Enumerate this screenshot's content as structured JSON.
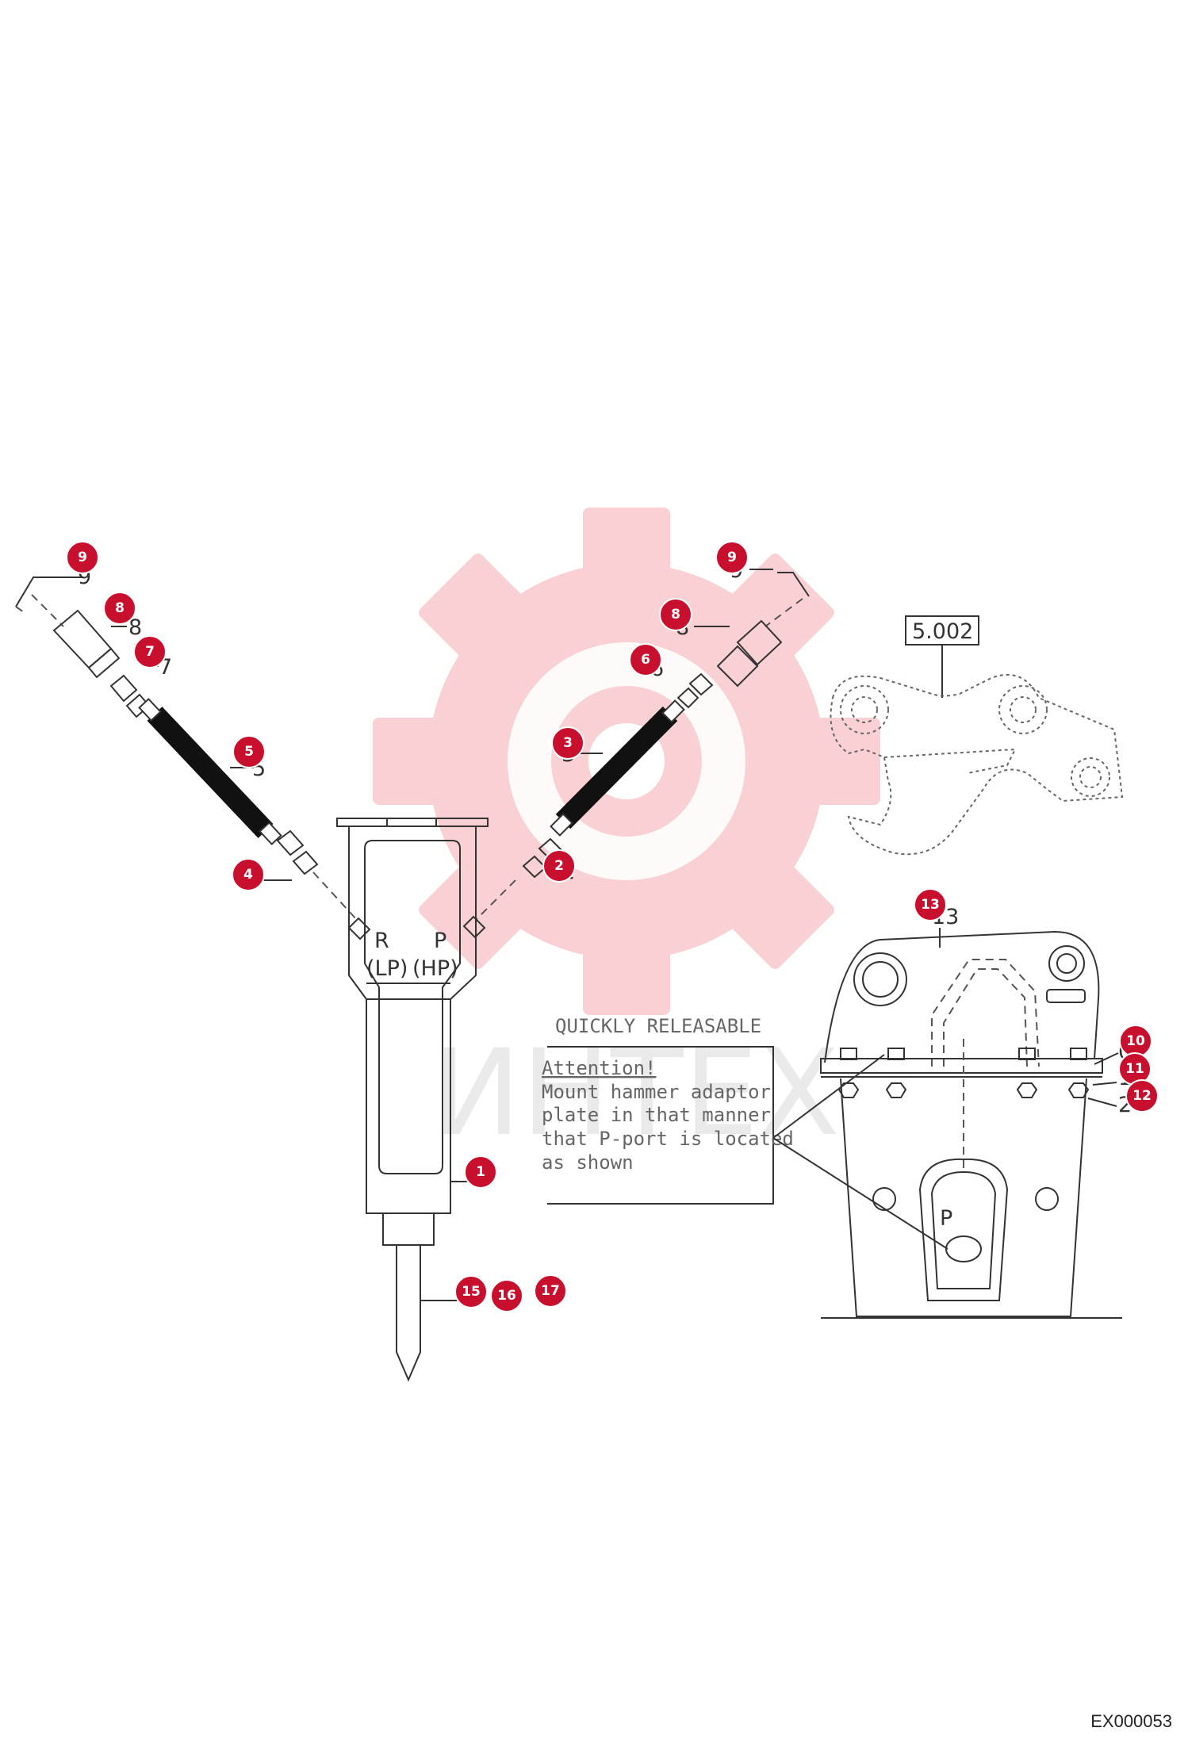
{
  "callouts": [
    {
      "id": "callout-9-left",
      "label": "9"
    },
    {
      "id": "callout-8-left",
      "label": "8"
    },
    {
      "id": "callout-7",
      "label": "7"
    },
    {
      "id": "callout-5",
      "label": "5"
    },
    {
      "id": "callout-4",
      "label": "4"
    },
    {
      "id": "callout-9-right",
      "label": "9"
    },
    {
      "id": "callout-8-right",
      "label": "8"
    },
    {
      "id": "callout-6",
      "label": "6"
    },
    {
      "id": "callout-3",
      "label": "3"
    },
    {
      "id": "callout-2",
      "label": "2"
    },
    {
      "id": "callout-1",
      "label": "1"
    },
    {
      "id": "callout-15",
      "label": "15"
    },
    {
      "id": "callout-16",
      "label": "16"
    },
    {
      "id": "callout-17",
      "label": "17"
    },
    {
      "id": "callout-13",
      "label": "13"
    },
    {
      "id": "callout-10",
      "label": "10"
    },
    {
      "id": "callout-11",
      "label": "11"
    },
    {
      "id": "callout-12",
      "label": "12"
    }
  ],
  "drawing_labels": {
    "part_left_9": "9",
    "part_left_8": "8",
    "part_left_7": "7",
    "part_left_5": "5",
    "part_right_9": "9",
    "part_right_8": "8",
    "part_right_6": "6",
    "part_right_3": "3",
    "part_right_2": "2",
    "part_13": "13",
    "part_10": "0",
    "part_11": "1",
    "part_12": "2",
    "port_r": "R",
    "port_lp": "(LP)",
    "port_p": "P",
    "port_hp": "(HP)",
    "adapter_ref": "5.002",
    "p_port": "P"
  },
  "note": {
    "heading": "QUICKLY RELEASABLE",
    "attention": "Attention!",
    "lines": [
      "Mount hammer adaptor",
      "plate in that manner",
      "that P-port is located",
      "as shown"
    ]
  },
  "watermark": {
    "text": "ИНТЕХ",
    "color": "#e8303a"
  },
  "doc_code": "EX000053",
  "colors": {
    "callout": "#c8102e",
    "line": "#333333"
  }
}
